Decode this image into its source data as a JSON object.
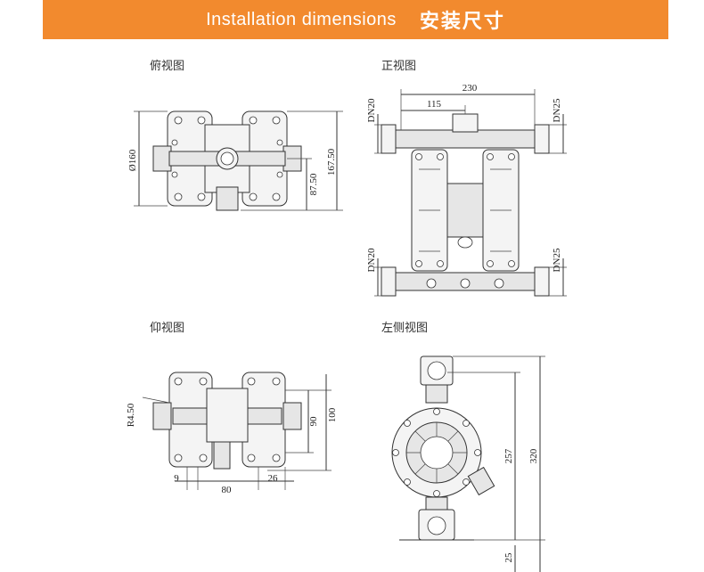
{
  "header": {
    "title_en": "Installation dimensions",
    "title_zh": "安装尺寸",
    "background": "#f28a2e"
  },
  "views": {
    "top": {
      "label": "俯视图",
      "dims": {
        "diameter": "Ø160",
        "offset": "87.50",
        "depth": "167.50"
      }
    },
    "front": {
      "label": "正视图",
      "dims": {
        "width": "230",
        "half_width": "115",
        "inlet_top_left": "DN20",
        "outlet_top_right": "DN25",
        "inlet_bottom_left": "DN20",
        "outlet_bottom_right": "DN25"
      }
    },
    "bottom": {
      "label": "仰视图",
      "dims": {
        "radius": "R4.50",
        "inner": "90",
        "outer": "100",
        "left": "9",
        "center": "80",
        "right": "26"
      }
    },
    "side": {
      "label": "左侧视图",
      "dims": {
        "height_inner": "257",
        "height_total": "320",
        "base": "25"
      }
    }
  }
}
